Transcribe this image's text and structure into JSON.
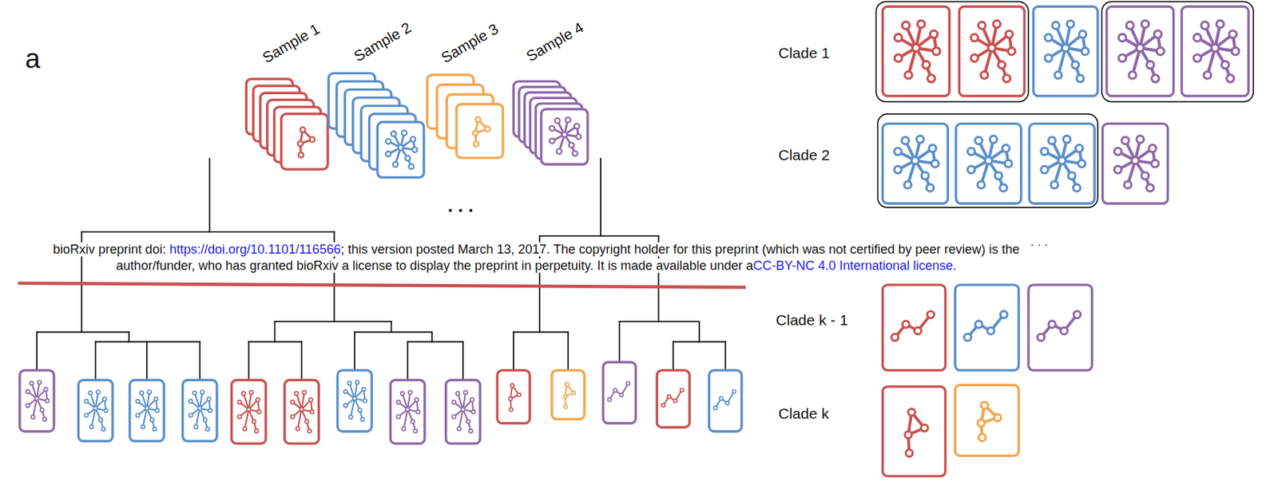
{
  "diagram": {
    "labels": [
      "a",
      "Sample 1",
      "Sample 2",
      "Sample 3",
      "Sample 4",
      ". . .",
      "bioRxiv preprint doi: https://doi.org/10.1101/116566; this version posted March 13, 2017. The copyright holder for this preprint (which was not certified by peer review) is the author/funder, who has granted bioRxiv a license to display the preprint in perpetuity. It is made available under aCC-BY-NC 4.0 International license.",
      "Clade 1",
      "Clade 2",
      "· · ·",
      "Clade k - 1",
      "Clade k"
    ]
  }
}
